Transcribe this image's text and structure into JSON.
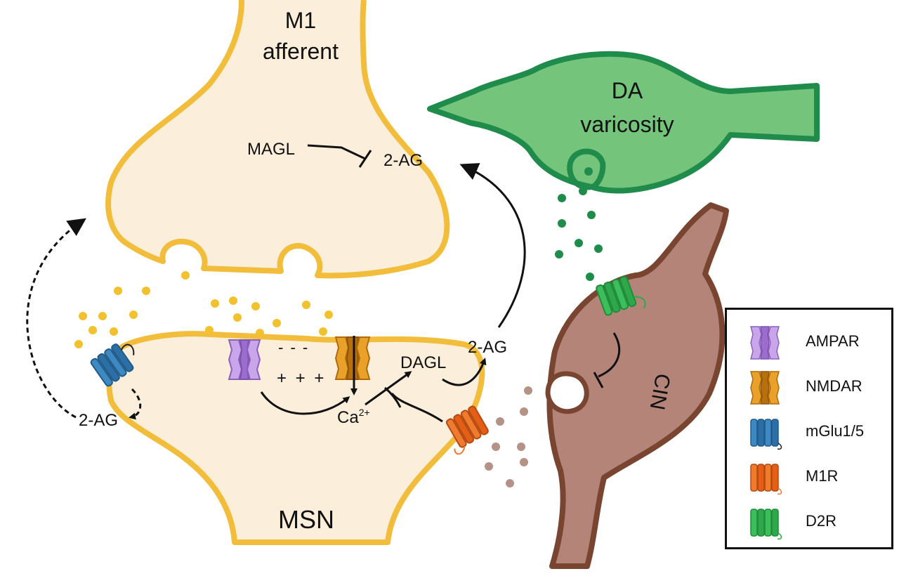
{
  "labels": {
    "m1_line1": "M1",
    "m1_line2": "afferent",
    "da_line1": "DA",
    "da_line2": "varicosity",
    "magl": "MAGL",
    "twoag_top": "2-AG",
    "twoag_right": "2-AG",
    "twoag_left": "2-AG",
    "dagl": "DAGL",
    "ca": "Ca",
    "ca_sup": "2+",
    "minus": "- - -",
    "plus": "+ + +",
    "msn": "MSN",
    "cin": "CIN"
  },
  "legend": [
    {
      "name": "AMPAR",
      "icon": "ampar-receptor-icon",
      "color": "#b98be0"
    },
    {
      "name": "NMDAR",
      "icon": "nmdar-receptor-icon",
      "color": "#d88a10"
    },
    {
      "name": "mGlu1/5",
      "icon": "mglu-receptor-icon",
      "color": "#3378b0"
    },
    {
      "name": "M1R",
      "icon": "m1r-receptor-icon",
      "color": "#ec6a1e"
    },
    {
      "name": "D2R",
      "icon": "d2r-receptor-icon",
      "color": "#2ea84a"
    }
  ],
  "colors": {
    "neuron_fill": "#fbeedb",
    "neuron_stroke": "#f2bd3a",
    "da_fill": "#74c47c",
    "da_stroke": "#1f8c4c",
    "cin_fill": "#b48478",
    "cin_stroke": "#7a4530",
    "glutamate": "#f2c12e",
    "dopamine": "#1f8c4c",
    "acetylcholine": "#b49286"
  }
}
